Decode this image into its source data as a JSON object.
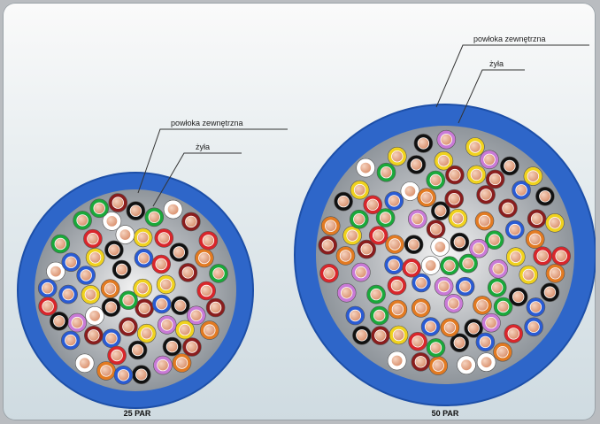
{
  "left_cable": {
    "caption": "25 PAR",
    "label_sheath": "powłoka zewnętrzna",
    "label_core": "żyła"
  },
  "right_cable": {
    "caption": "50 PAR",
    "label_sheath": "powłoka zewnętrzna",
    "label_core": "żyła"
  },
  "colors": {
    "sheath": "#2e66c9",
    "core_fill": "#9aa0a6",
    "wire_rings": [
      "#d9262b",
      "#2a5bd3",
      "#1aa83a",
      "#f0d21e",
      "#111111",
      "#e27a22",
      "#c97ad6",
      "#ffffff",
      "#8a1d1d"
    ],
    "wire_inner": "#e7a988"
  }
}
